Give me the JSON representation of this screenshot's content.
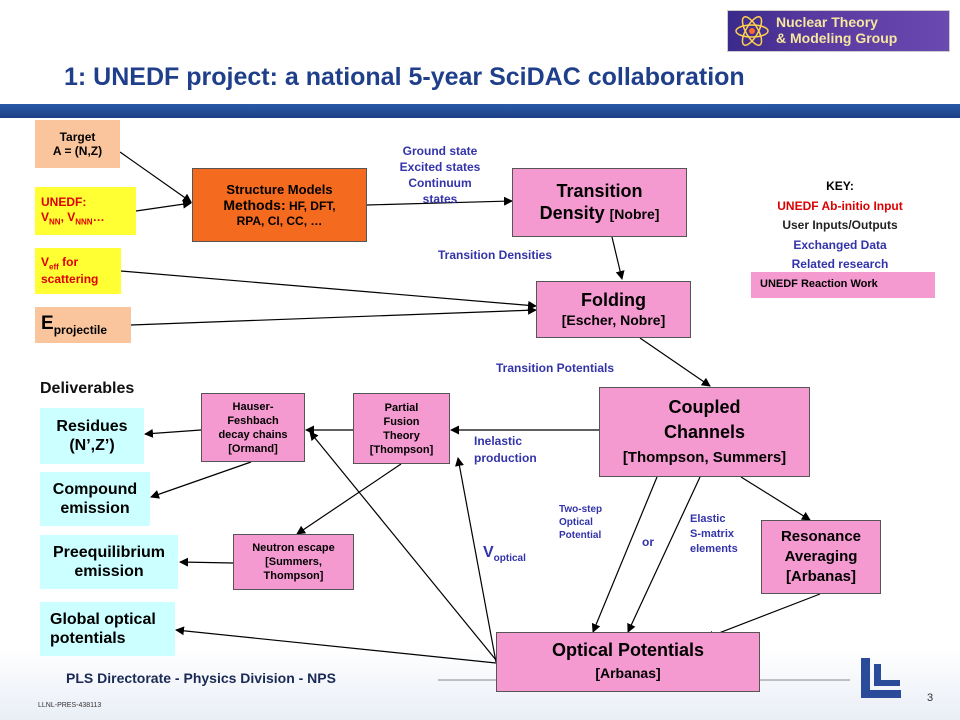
{
  "header": {
    "title": "1: UNEDF project: a national 5-year SciDAC collaboration",
    "logo_line1": "Nuclear Theory",
    "logo_line2": "& Modeling Group"
  },
  "inputs": {
    "target_line1": "Target",
    "target_line2": "A = (N,Z)",
    "unedf_line1": "UNEDF:",
    "unedf_v1": "V",
    "unedf_sub1": "NN",
    "unedf_v2": ", V",
    "unedf_sub2": "NNN",
    "unedf_dots": "…",
    "veff_v": "V",
    "veff_sub": "eff",
    "veff_rest": " for",
    "veff_line2": "scattering",
    "eproj_e": "E",
    "eproj_sub": "projectile"
  },
  "nodes": {
    "structure_line1": "Structure Models",
    "structure_line2a": "Methods:",
    "structure_line2b": " HF, DFT,",
    "structure_line3": "RPA, CI, CC, …",
    "transition_line1": "Transition",
    "transition_line2a": "Density ",
    "transition_line2b": "[Nobre]",
    "folding_line1": "Folding",
    "folding_line2": "[Escher, Nobre]",
    "coupled_line1": "Coupled",
    "coupled_line2": "Channels",
    "coupled_line3": "[Thompson, Summers]",
    "hauser_line1": "Hauser-",
    "hauser_line2": "Feshbach",
    "hauser_line3": "decay chains",
    "hauser_line4": "[Ormand]",
    "partial_line1": "Partial",
    "partial_line2": "Fusion",
    "partial_line3": "Theory",
    "partial_line4": "[Thompson]",
    "neutron_line1": "Neutron escape",
    "neutron_line2": "[Summers,",
    "neutron_line3": "Thompson]",
    "resonance_line1": "Resonance",
    "resonance_line2": "Averaging",
    "resonance_line3": "[Arbanas]",
    "optical_line1": "Optical Potentials",
    "optical_line2": "[Arbanas]"
  },
  "edge_labels": {
    "ground_line1": "Ground state",
    "ground_line2": "Excited states",
    "ground_line3": "Continuum",
    "ground_line4": "states",
    "transition_densities": "Transition Densities",
    "transition_potentials": "Transition Potentials",
    "inelastic_line1": "Inelastic",
    "inelastic_line2": "production",
    "twostep_line1": "Two-step",
    "twostep_line2": "Optical",
    "twostep_line3": "Potential",
    "or": "or",
    "elastic_line1": "Elastic",
    "elastic_line2": "S-matrix",
    "elastic_line3": "elements",
    "voptical_v": "V",
    "voptical_sub": "optical"
  },
  "key": {
    "title": "KEY:",
    "line1": "UNEDF Ab-initio Input",
    "line2": "User Inputs/Outputs",
    "line3": "Exchanged Data",
    "line4": "Related research",
    "swatch_label": "UNEDF Reaction Work",
    "colors": {
      "abinitio": "#dd0000",
      "user": "#222222",
      "exchanged": "#3333aa",
      "related": "#3333aa"
    }
  },
  "deliverables": {
    "heading": "Deliverables",
    "residues_line1": "Residues",
    "residues_line2": "(N’,Z’)",
    "compound_line1": "Compound",
    "compound_line2": "emission",
    "preeq_line1": "Preequilibrium",
    "preeq_line2": "emission",
    "global_line1": "Global optical",
    "global_line2": "potentials"
  },
  "footer": {
    "org": "PLS Directorate - Physics Division - NPS",
    "doc_id": "LLNL-PRES-438113",
    "page_number": "3"
  },
  "colors": {
    "pink": "#f59ad1",
    "cyan": "#ccffff",
    "tan": "#fac59c",
    "yellow": "#ffff33",
    "orange": "#f46a1e",
    "title_blue": "#1f3f8a",
    "band_blue": "#1f4f9a"
  }
}
